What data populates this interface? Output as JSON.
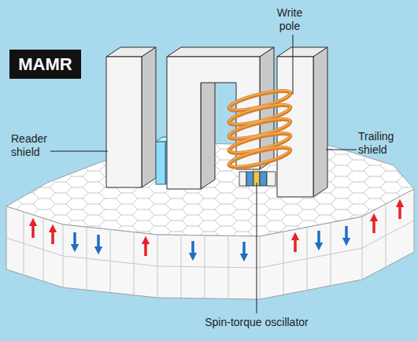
{
  "diagram": {
    "nodes": [
      {
        "text": [
          "MAMR"
        ]
      }
    ],
    "labels": [
      "Write pole",
      "Reader shield",
      "Trailing shield",
      "Spin-torque oscillator"
    ]
  }
}
